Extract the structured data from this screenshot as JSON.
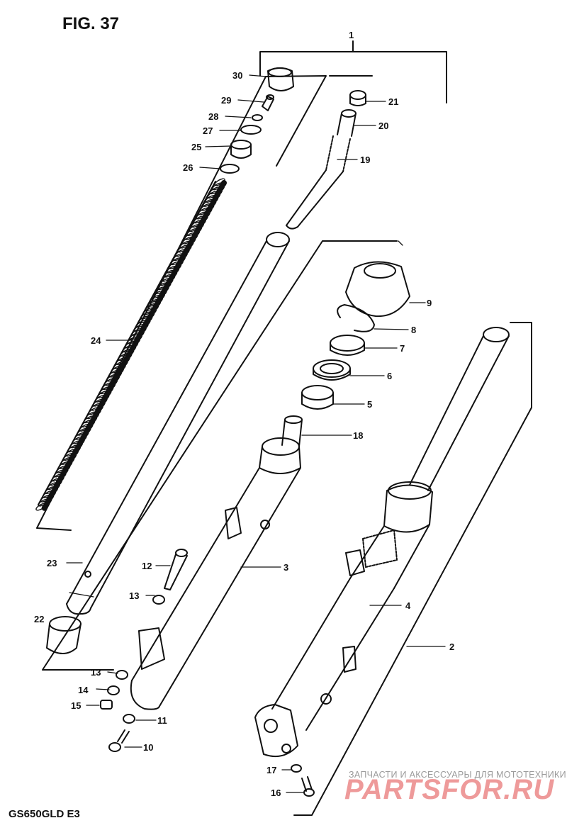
{
  "figure": {
    "title": "FIG. 37",
    "model_code": "GS650GLD E3"
  },
  "watermark": {
    "caption": "ЗАПЧАСТИ И АКСЕССУАРЫ ДЛЯ МОТОТЕХНИКИ",
    "logo": "PARTSFOR.RU",
    "logo_color": "#ee9a9a"
  },
  "parts": {
    "p1": "1",
    "p2": "2",
    "p3": "3",
    "p4": "4",
    "p5": "5",
    "p6": "6",
    "p7": "7",
    "p8": "8",
    "p9": "9",
    "p10": "10",
    "p11": "11",
    "p12": "12",
    "p13a": "13",
    "p13b": "13",
    "p14": "14",
    "p15": "15",
    "p16": "16",
    "p17": "17",
    "p18": "18",
    "p19": "19",
    "p20": "20",
    "p21": "21",
    "p22": "22",
    "p23": "23",
    "p24": "24",
    "p25": "25",
    "p26": "26",
    "p27": "27",
    "p28": "28",
    "p29": "29",
    "p30": "30"
  }
}
